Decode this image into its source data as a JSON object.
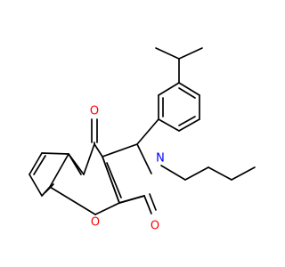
{
  "colors": {
    "background": "#ffffff",
    "bond": "#000000",
    "oxygen": "#ff0000",
    "nitrogen": "#0000ff"
  },
  "atoms": {
    "ketone_oxygen": "O",
    "lactam_oxygen": "O",
    "ring_oxygen": "O",
    "ring_nitrogen": "N"
  }
}
